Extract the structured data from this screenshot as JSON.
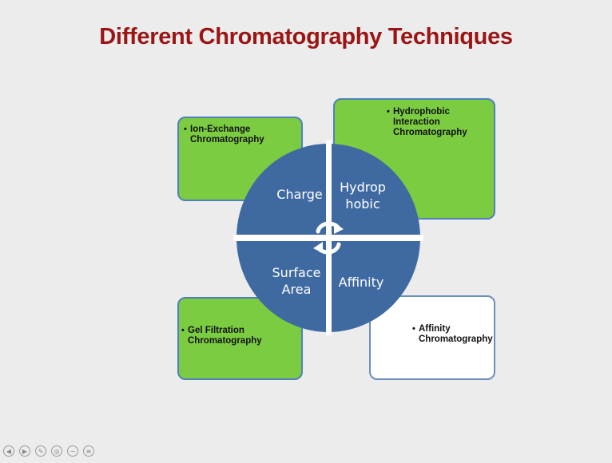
{
  "slide": {
    "title": "Different Chromatography Techniques"
  },
  "boxes": {
    "ion_exchange": {
      "line1": "Ion-Exchange",
      "line2": "Chromatography",
      "bullet": "•"
    },
    "hydrophobic": {
      "line1": "Hydrophobic",
      "line2": "Interaction",
      "line3": "Chromatography",
      "bullet": "•"
    },
    "gel_filtration": {
      "line1": "Gel Filtration",
      "line2": "Chromatography",
      "bullet": "•"
    },
    "affinity": {
      "line1": "Affinity",
      "line2": "Chromatography",
      "bullet": "•"
    }
  },
  "quadrants": {
    "charge": "Charge",
    "hydrophobic_line1": "Hydrop",
    "hydrophobic_line2": "hobic",
    "surface_line1": "Surface",
    "surface_line2": "Area",
    "affinity": "Affinity"
  },
  "colors": {
    "title": "#9b1515",
    "green_box": "#7ccc41",
    "circle": "#3f6aa1",
    "box_border": "#4f81bd"
  },
  "toolbar": {
    "icons": [
      "prev-icon",
      "next-icon",
      "pen-icon",
      "pointer-icon",
      "minus-icon",
      "menu-icon"
    ]
  }
}
